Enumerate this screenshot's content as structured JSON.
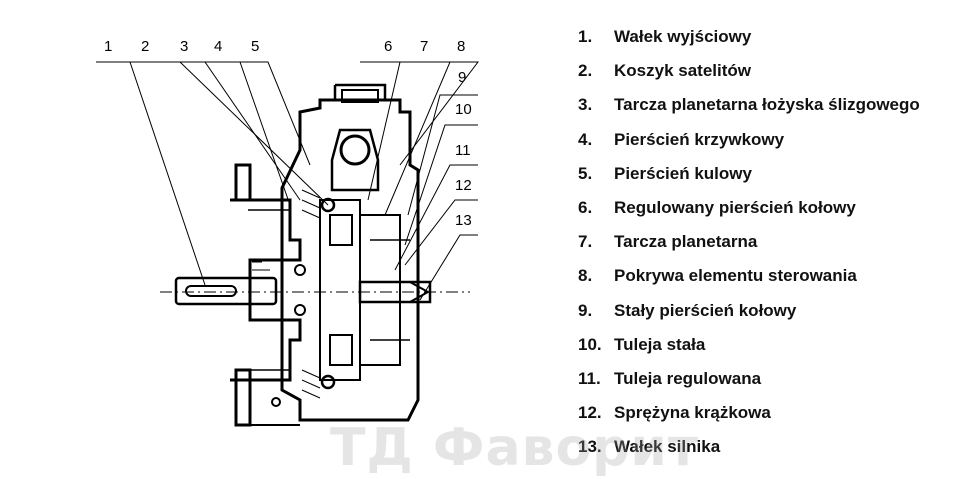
{
  "callouts": [
    "1",
    "2",
    "3",
    "4",
    "5",
    "6",
    "7",
    "8",
    "9",
    "10",
    "11",
    "12",
    "13"
  ],
  "legend": [
    {
      "num": "1.",
      "label": "Wałek wyjściowy"
    },
    {
      "num": "2.",
      "label": "Koszyk satelitów"
    },
    {
      "num": "3.",
      "label": "Tarcza planetarna łożyska ślizgowego"
    },
    {
      "num": "4.",
      "label": "Pierścień krzywkowy"
    },
    {
      "num": "5.",
      "label": "Pierścień kulowy"
    },
    {
      "num": "6.",
      "label": "Regulowany pierścień kołowy"
    },
    {
      "num": "7.",
      "label": "Tarcza planetarna"
    },
    {
      "num": "8.",
      "label": "Pokrywa elementu sterowania"
    },
    {
      "num": "9.",
      "label": "Stały pierścień kołowy"
    },
    {
      "num": "10.",
      "label": "Tuleja stała"
    },
    {
      "num": "11.",
      "label": "Tuleja regulowana"
    },
    {
      "num": "12.",
      "label": "Sprężyna krążkowa"
    },
    {
      "num": "13.",
      "label": "Wałek silnika"
    }
  ],
  "watermark": "ТД Фаворит"
}
